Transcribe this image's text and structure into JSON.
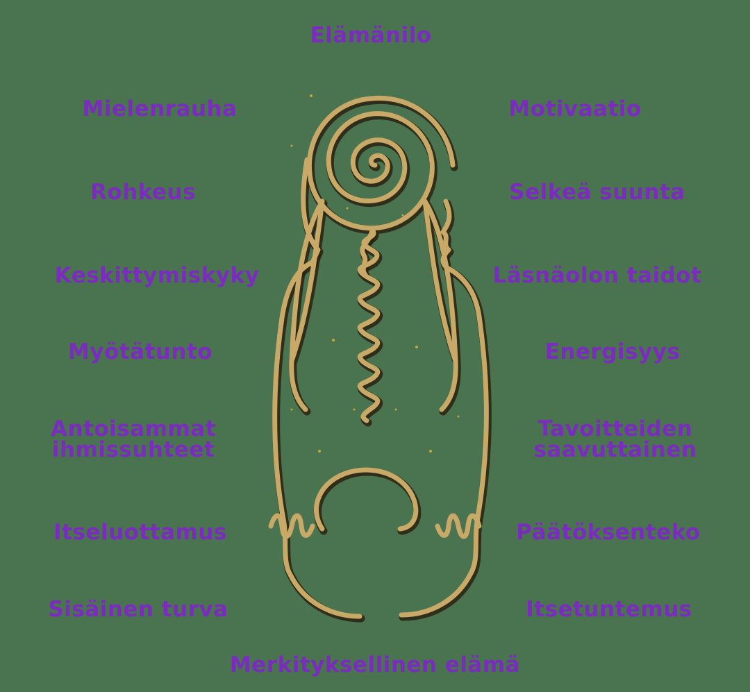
{
  "colors": {
    "background": "#4a7350",
    "label_text": "#7b2cbf",
    "figure_gold": "#c9a968",
    "figure_outline": "#2a2210"
  },
  "figure": {
    "description": "Gold outlined human figure with spiral head and zigzag spine",
    "icon": "spiral-head-figure-icon"
  },
  "labels": {
    "top": "Elämänilo",
    "bottom": "Merkityksellinen elämä",
    "left": [
      {
        "lines": [
          "Mielenrauha"
        ]
      },
      {
        "lines": [
          "Rohkeus"
        ]
      },
      {
        "lines": [
          "Keskittymiskyky"
        ]
      },
      {
        "lines": [
          "Myötätunto"
        ]
      },
      {
        "lines": [
          "Antoisammat",
          "ihmissuhteet"
        ]
      },
      {
        "lines": [
          "Itseluottamus"
        ]
      },
      {
        "lines": [
          "Sisäinen turva"
        ]
      }
    ],
    "right": [
      {
        "lines": [
          "Motivaatio"
        ]
      },
      {
        "lines": [
          "Selkeä suunta"
        ]
      },
      {
        "lines": [
          "Läsnäolon taidot"
        ]
      },
      {
        "lines": [
          "Energisyys"
        ]
      },
      {
        "lines": [
          "Tavoitteiden",
          "saavuttainen"
        ]
      },
      {
        "lines": [
          "Päätöksenteko"
        ]
      },
      {
        "lines": [
          "Itsetuntemus"
        ]
      }
    ]
  }
}
